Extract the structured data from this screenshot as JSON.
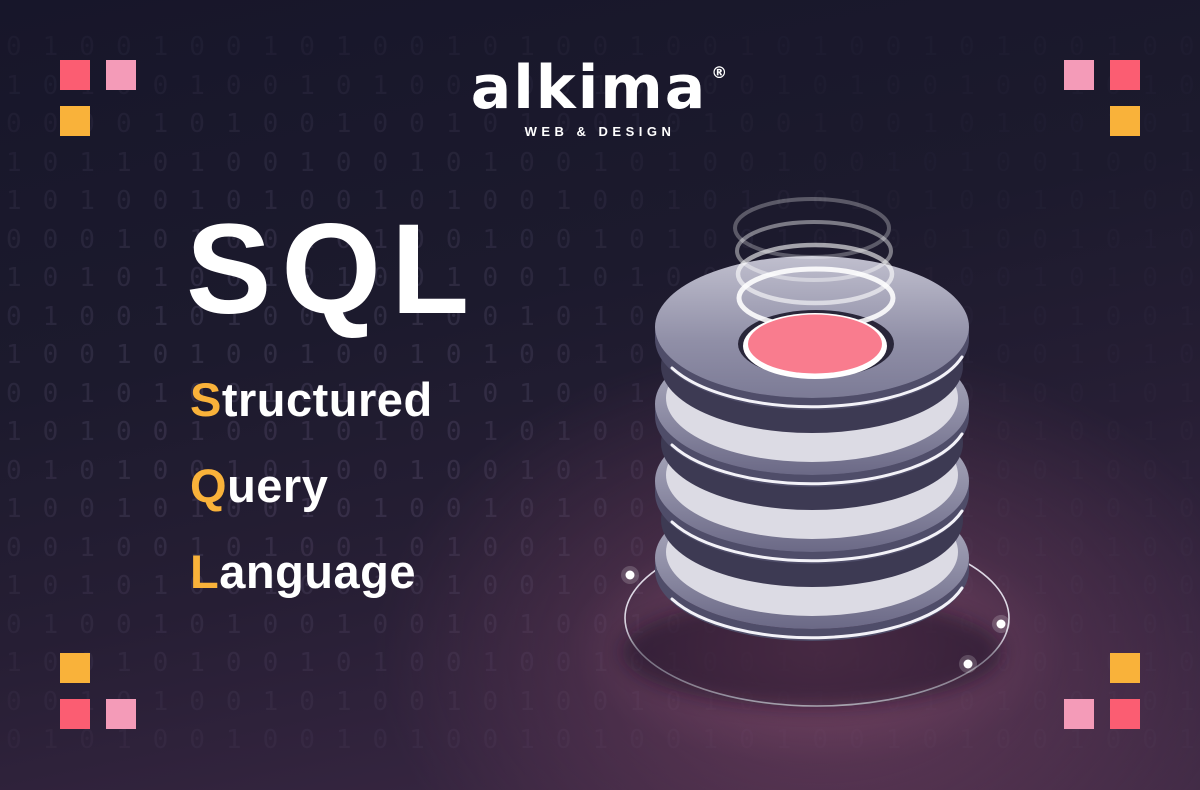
{
  "brand": {
    "name": "alkima",
    "registered": "®",
    "tagline": "WEB & DESIGN"
  },
  "headline": {
    "acronym": "SQL"
  },
  "acronym_words": [
    {
      "initial": "S",
      "rest": "tructured"
    },
    {
      "initial": "Q",
      "rest": "uery"
    },
    {
      "initial": "L",
      "rest": "anguage"
    }
  ],
  "colors": {
    "accent_orange": "#f9b23a",
    "accent_red": "#fb5d72",
    "accent_pink": "#f49bb8",
    "core_pink": "#f97c8e",
    "text_white": "#ffffff",
    "bg_top": "#17162a",
    "bg_bottom": "#412b46",
    "disc_light": "#b9b8c8",
    "disc_dark": "#4f4d69",
    "band_light": "#dcdbe4",
    "band_dark": "#3d3a53",
    "binary_color": "rgba(200,182,228,0.12)"
  },
  "decor": {
    "binary_rows": [
      "0100100101001010010010100101001001",
      "1010010010100100101001010010010100",
      "0000101001001010010100100101001010",
      "1011010010010100101001001010010010",
      "1010010100101001001010010100101001",
      "0001010010100100101001010010010100",
      "1010100101001001010010100100101001",
      "0100101001010010100101001001010010",
      "1001010010010100100101001010010100",
      "0010100101001010010100101001001010",
      "1010010010100101001001010010100101",
      "0101001010010010100101001010010010",
      "1001010010100101001010010010100101",
      "0010010100101001001010010100101001",
      "1010100100101001010010100100101001",
      "0100101001001010010010100101001010",
      "1001010010100100101001010010010100",
      "0010100101001010010100100101001010",
      "0101001001010010100101001010010010"
    ]
  },
  "illustration": {
    "type": "isometric-database-stack",
    "disc_count": 4,
    "rising_ring_count": 4,
    "orbit_dot_count": 3
  }
}
